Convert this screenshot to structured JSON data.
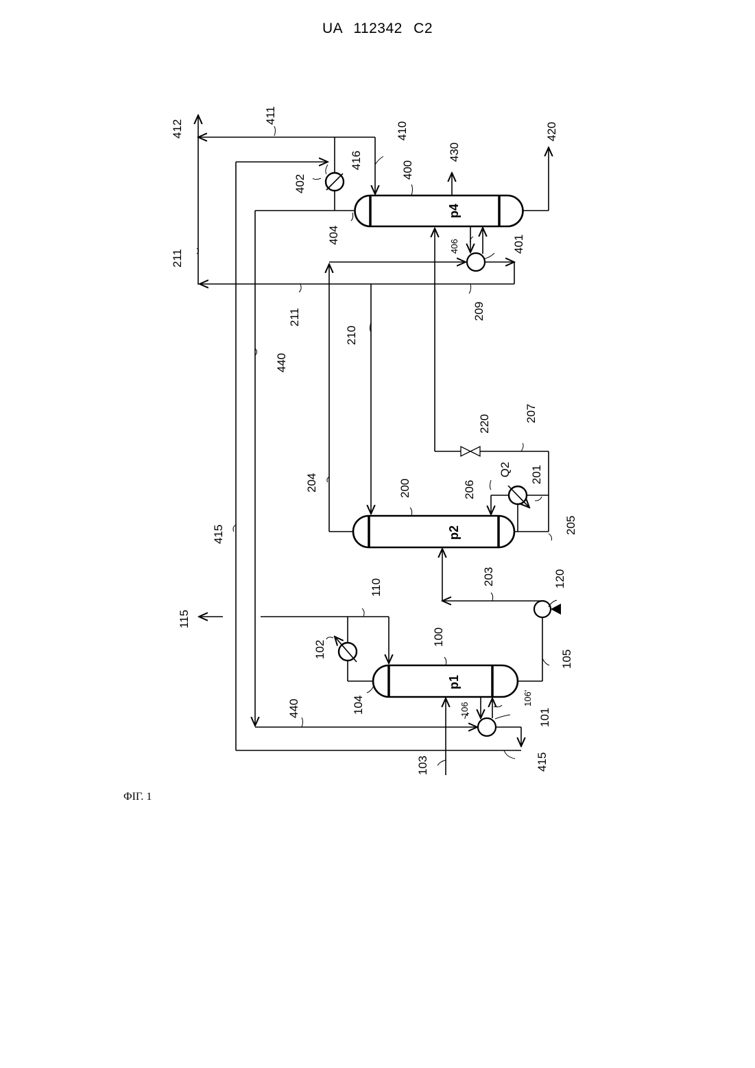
{
  "header": {
    "title": "UA   112342   C2"
  },
  "figure": {
    "caption": "ФІГ. 1"
  },
  "vessels": {
    "v100": "p1",
    "v200": "p2",
    "v400": "p4"
  },
  "labels": {
    "l412": "412",
    "l411": "411",
    "l410": "410",
    "l416": "416",
    "l402": "402",
    "l400": "400",
    "l430": "430",
    "l420": "420",
    "l404": "404",
    "l406": "406",
    "l401": "401",
    "l211a": "211",
    "l211b": "211",
    "l209": "209",
    "l210": "210",
    "l440a": "440",
    "l220": "220",
    "l207": "207",
    "l204": "204",
    "l200": "200",
    "l206": "206",
    "lQ2": "Q2",
    "l201": "201",
    "l415a": "415",
    "l205": "205",
    "l203": "203",
    "l120": "120",
    "l115": "115",
    "l110": "110",
    "l100": "100",
    "l102": "102",
    "l104": "104",
    "l105": "105",
    "l106": "106",
    "l106p": "106'",
    "l101": "101",
    "l440b": "440",
    "l103": "103",
    "l415b": "415"
  }
}
